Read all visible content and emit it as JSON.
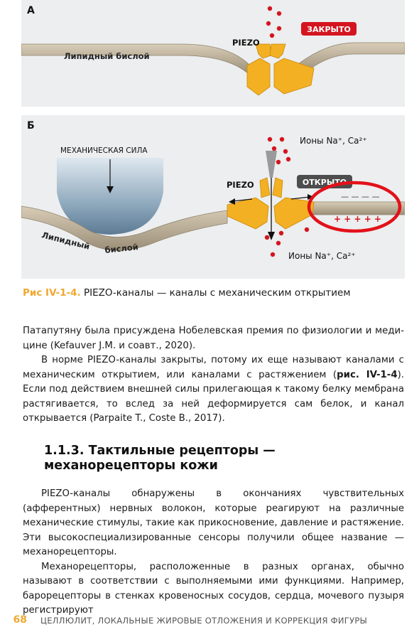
{
  "figure": {
    "panel_a": {
      "letter": "А",
      "lipid_label": "Липидный бислой",
      "piezo_label": "PIEZO",
      "status_badge": "ЗАКРЫТО"
    },
    "panel_b": {
      "letter": "Б",
      "force_label": "МЕХАНИЧЕСКАЯ СИЛА",
      "piezo_label": "PIEZO",
      "status_badge": "ОТКРЫТО",
      "ions_top": "Ионы Na⁺, Ca²⁺",
      "ions_bottom": "Ионы Na⁺, Ca²⁺",
      "lipid_label_1": "Липидный",
      "lipid_label_2": "бислой",
      "charges_negative": "— — — —",
      "charges_positive": "+ + + + +"
    },
    "colors": {
      "accent_orange": "#f0a830",
      "piezo_yellow": "#f3b022",
      "membrane": "#b8aa92",
      "closed_red": "#d4151f",
      "open_gray": "#4d4d4d",
      "highlight_circle": "#e3111a"
    }
  },
  "caption": {
    "label": "Рис IV-1-4.",
    "text": " PIEZO-каналы — каналы с механическим открытием"
  },
  "paragraphs": {
    "p1": "Патапутяну была присуждена Нобелевская премия по физиологии и меди­цине (Kefauver J.M. и соавт., 2020).",
    "p2_before": "В норме PIEZO-каналы закрыты, потому их еще называют каналами с механическим открытием, или каналами с растяжением (",
    "p2_ref": "рис. IV-1-4",
    "p2_after": "). Если под действием внешней силы прилегающая к такому белку мембрана рас­тягивается, то вслед за ней деформируется сам белок, и канал открывается (Parpaite T., Coste B., 2017).",
    "section_heading": "1.1.3. Тактильные рецепторы — механорецепторы кожи",
    "p3": "PIEZO-каналы обнаружены в окончаниях чувствительных (афферентных) нервных волокон, которые реагируют на различные механические стимулы, такие как прикосновение, давление и растяжение. Эти высокоспециализи­рованные сенсоры получили общее название — механорецепторы.",
    "p4": "Механорецепторы, расположенные в разных органах, обычно называют в соответствии с выполняемыми ими функциями. Например, барорецепто­ры в стенках кровеносных сосудов, сердца, мочевого пузыря регистрируют"
  },
  "footer": {
    "page_number": "68",
    "book_title": "ЦЕЛЛЮЛИТ, ЛОКАЛЬНЫЕ ЖИРОВЫЕ ОТЛОЖЕНИЯ И КОРРЕКЦИЯ ФИГУРЫ"
  }
}
